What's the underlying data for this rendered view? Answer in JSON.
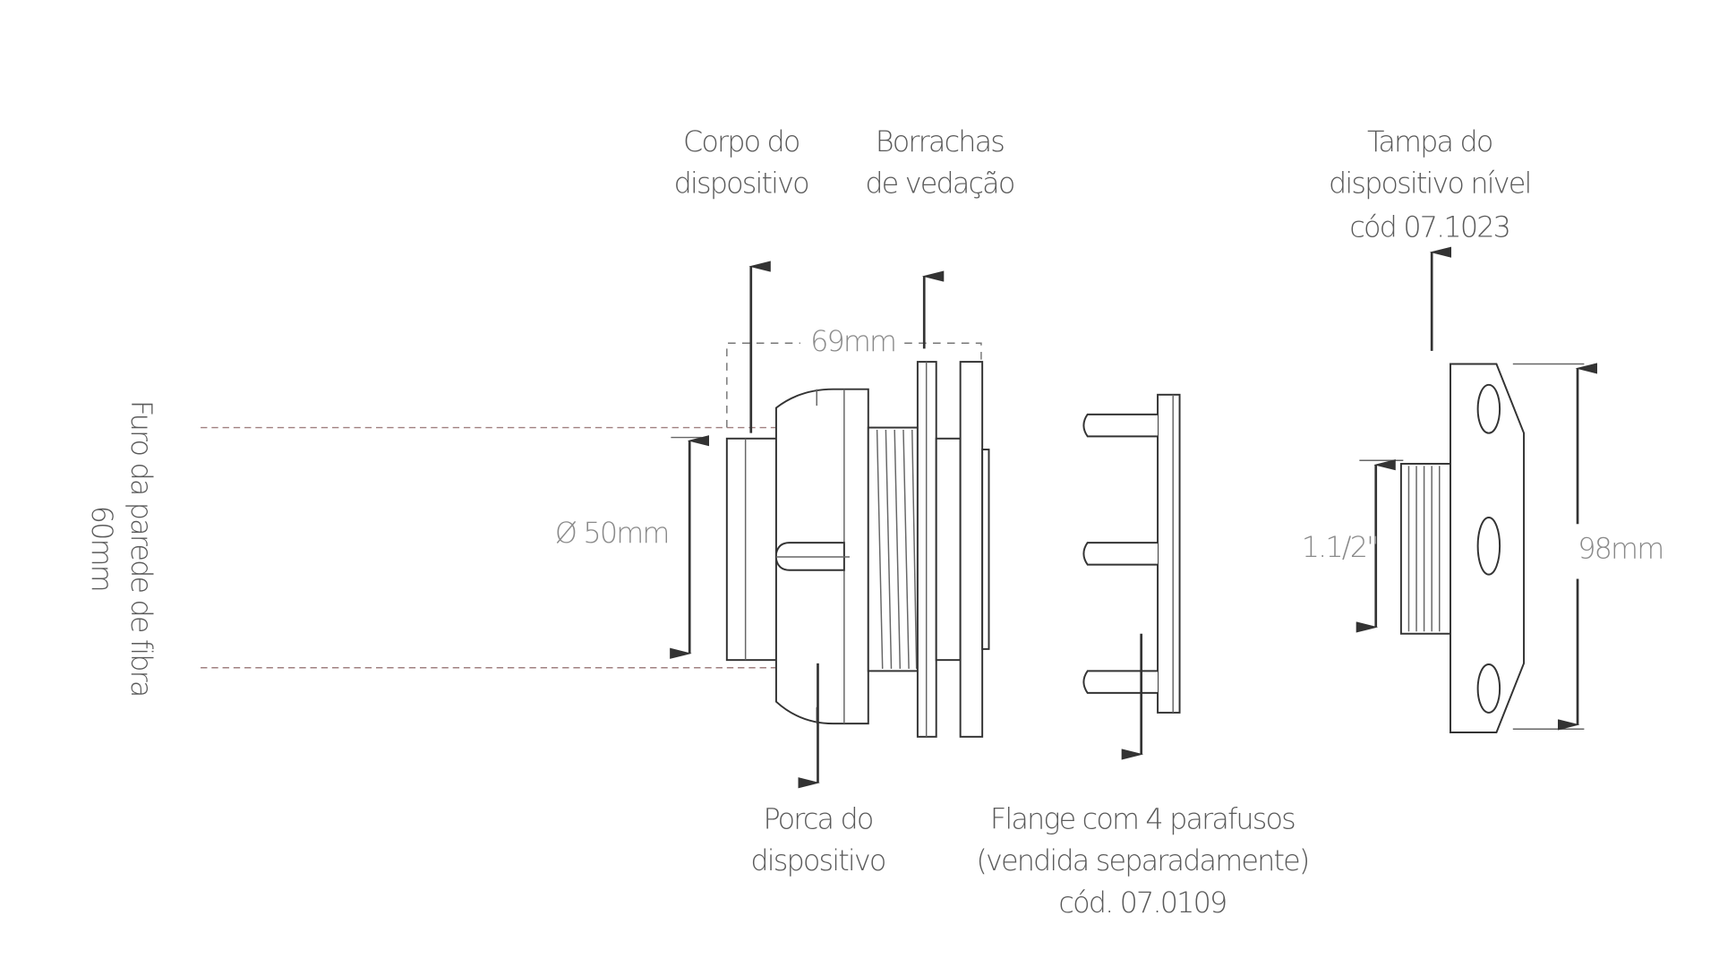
{
  "labels": {
    "body": [
      "Corpo do",
      "dispositivo"
    ],
    "seals": [
      "Borrachas",
      "de vedação"
    ],
    "cap": [
      "Tampa do",
      "dispositivo nível",
      "cód 07.1023"
    ],
    "nut": [
      "Porca do",
      "dispositivo"
    ],
    "flange": [
      "Flange com 4 parafusos",
      "(vendida separadamente)",
      "cód. 07.0109"
    ],
    "wall_hole": [
      "Furo da parede de fibra",
      "60mm"
    ]
  },
  "dimensions": {
    "length": "69mm",
    "diameter": "Ø 50mm",
    "thread": "1.1/2\"",
    "cap_height": "98mm"
  }
}
